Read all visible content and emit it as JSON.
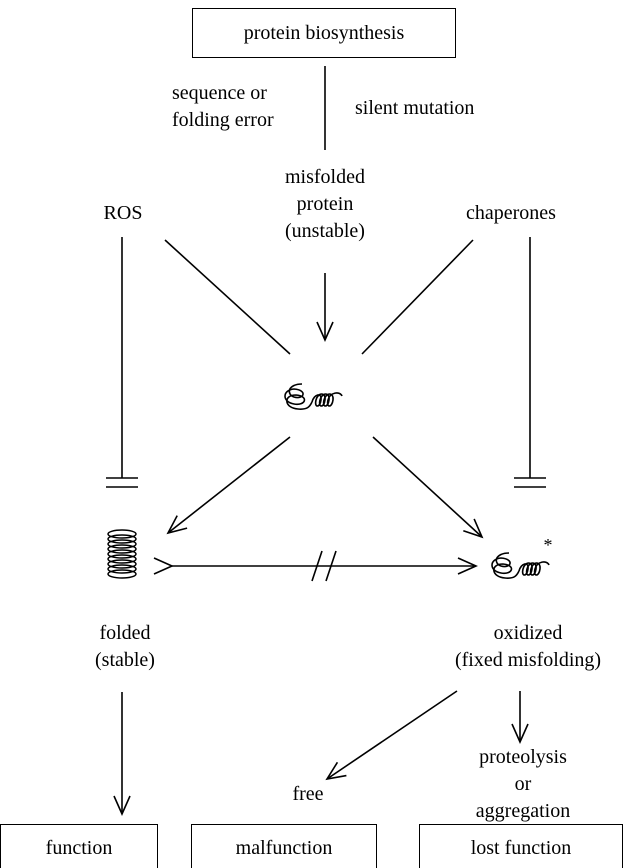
{
  "top_box": "protein biosynthesis",
  "error_label": [
    "sequence or",
    "folding error"
  ],
  "silent_label": "silent mutation",
  "misfolded_label": [
    "misfolded",
    "protein",
    "(unstable)"
  ],
  "ros_label": "ROS",
  "chaperones_label": "chaperones",
  "folded_label": [
    "folded",
    "(stable)"
  ],
  "oxidized_label": [
    "oxidized",
    "(fixed misfolding)"
  ],
  "asterisk": "*",
  "free_label": "free",
  "proteolysis_label": [
    "proteolysis",
    "or",
    "aggregation"
  ],
  "bottom_boxes": {
    "function": "function",
    "malfunction": "malfunction",
    "lost_function": "lost function"
  },
  "icons": {
    "unfolded_protein": "squiggle-coil-icon",
    "folded_protein": "helix-coil-icon",
    "oxidized_protein": "squiggle-coil-icon"
  },
  "colors": {
    "ink": "#000000",
    "background": "#ffffff"
  }
}
